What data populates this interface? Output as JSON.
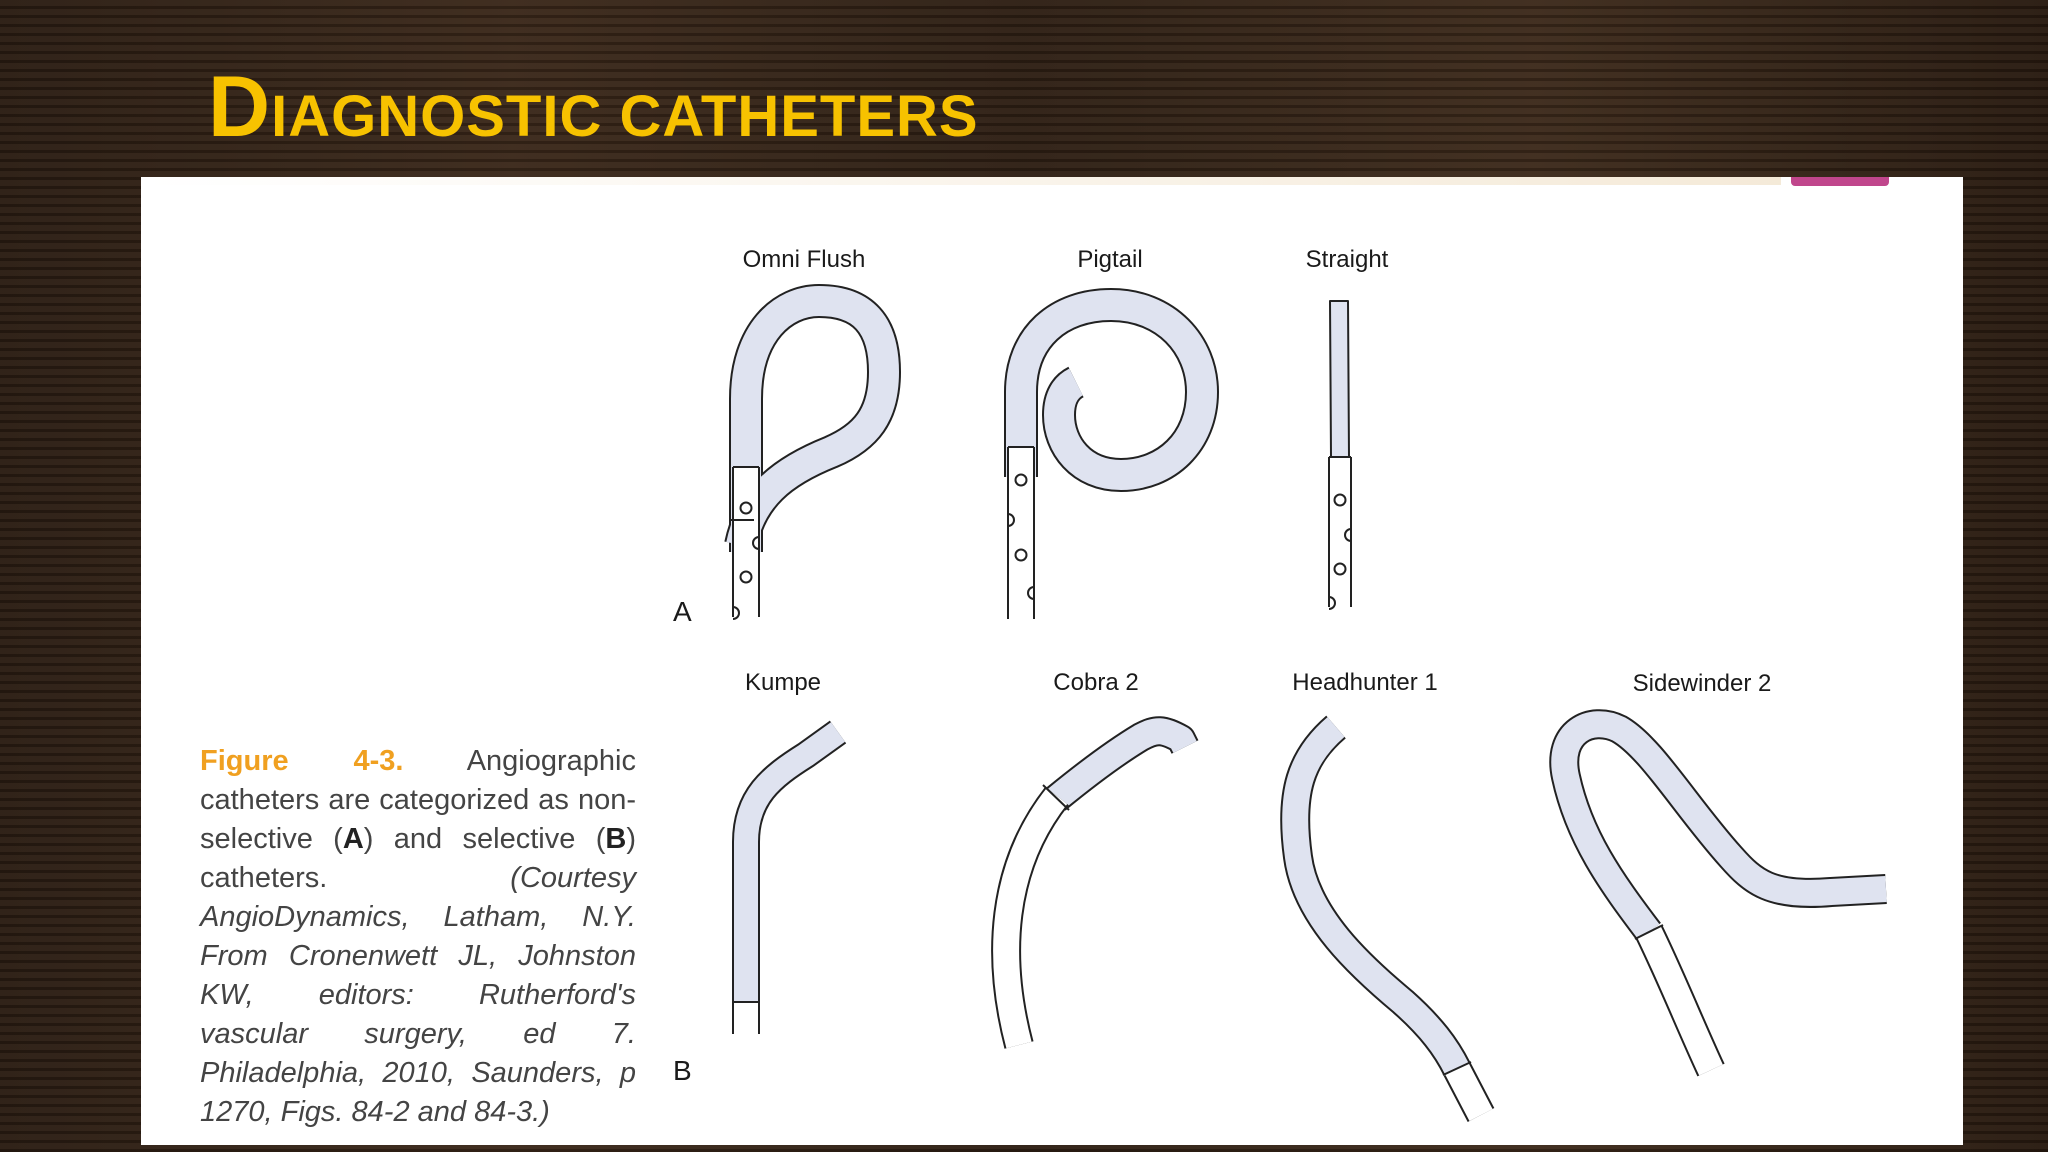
{
  "slide": {
    "title_initial": "D",
    "title_rest": "IAGNOSTIC CATHETERS"
  },
  "figure": {
    "part_a_label": "A",
    "part_b_label": "B",
    "non_selective": [
      {
        "name": "Omni Flush"
      },
      {
        "name": "Pigtail"
      },
      {
        "name": "Straight"
      }
    ],
    "selective": [
      {
        "name": "Kumpe"
      },
      {
        "name": "Cobra 2"
      },
      {
        "name": "Headhunter 1"
      },
      {
        "name": "Sidewinder 2"
      }
    ]
  },
  "caption": {
    "fig_label": "Figure 4-3.",
    "text_1": " Angiographic catheters are categorized as non-selective (",
    "bold_a": "A",
    "text_2": ") and selective (",
    "bold_b": "B",
    "text_3": ") catheters. ",
    "credit": "(Courtesy AngioDynamics, Latham, N.Y. From Cronenwett JL, Johnston KW, editors: Rutherford's vascular surgery, ed 7. Philadelphia, 2010, Saunders, p 1270, Figs. 84-2 and 84-3.)"
  },
  "colors": {
    "title": "#f7c200",
    "catheter_fill": "#dfe3f0",
    "outline": "#222222",
    "fig_label": "#f0a020"
  }
}
